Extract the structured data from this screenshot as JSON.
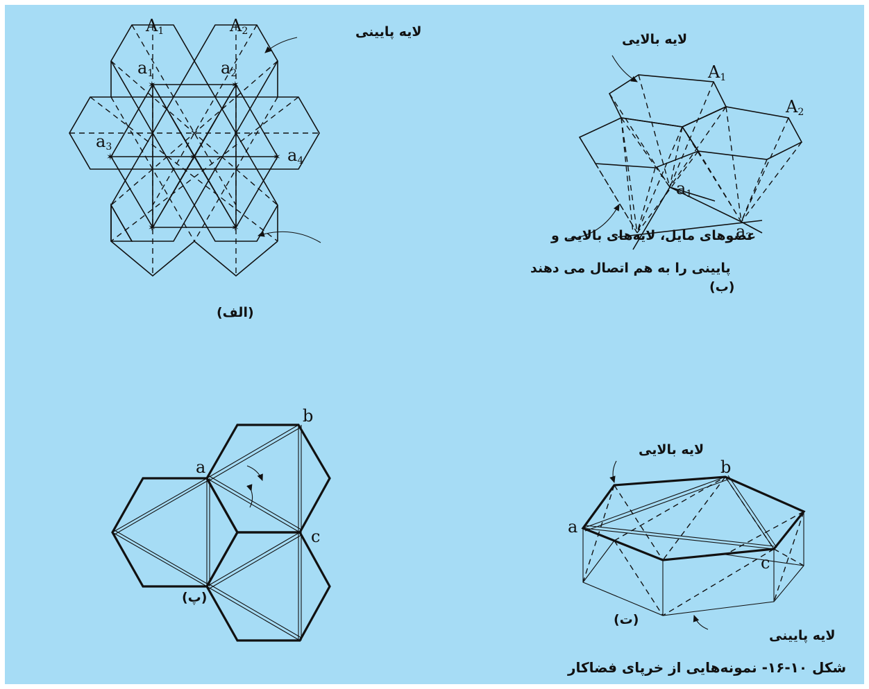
{
  "figure_a": {
    "node_labels": [
      "A",
      "A",
      "a",
      "a",
      "a",
      "a"
    ],
    "node_subs": [
      "1",
      "2",
      "1",
      "2",
      "3",
      "4"
    ],
    "bottom_layer_label": "لایه پایینی",
    "panel_label": "(الف)"
  },
  "figure_b": {
    "top_layer_label": "لایه بالایی",
    "node_labels": [
      "A",
      "A",
      "a",
      "a"
    ],
    "node_subs": [
      "1",
      "2",
      "1",
      "2"
    ],
    "panel_label": "(ب)"
  },
  "connector_note": {
    "line1": "عضوهای مایل، لایه‌های بالایی و",
    "line2": "پایینی را به هم اتصال می دهند"
  },
  "figure_p": {
    "node_labels": [
      "a",
      "b",
      "c"
    ],
    "panel_label": "(پ)"
  },
  "figure_t": {
    "node_labels": [
      "a",
      "b",
      "c"
    ],
    "top_layer_label": "لایه بالایی",
    "bottom_layer_label": "لایه پایینی",
    "panel_label": "(ت)"
  },
  "caption": "شکل ۱۰-۱۶- نمونه‌هایی از خرپای فضاکار",
  "colors": {
    "panel": "#a6dcf5",
    "frame": "#ffffff",
    "ink": "#111111"
  }
}
